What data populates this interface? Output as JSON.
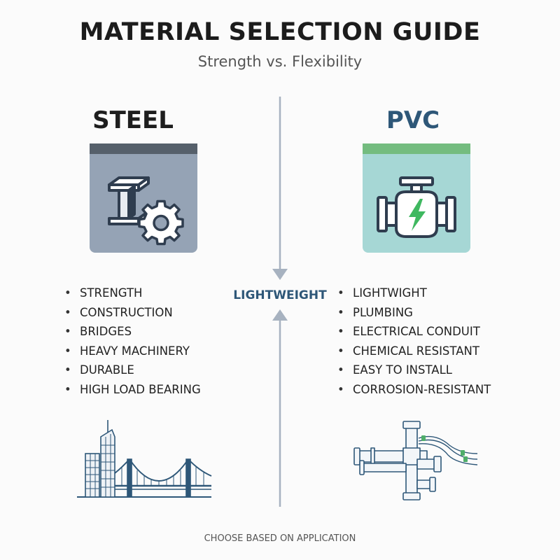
{
  "header": {
    "title": "MATERIAL SELECTION GUIDE",
    "subtitle": "Strength vs. Flexibility"
  },
  "divider": {
    "label": "LIGHTWEIGHT"
  },
  "steel": {
    "heading": "STEEL",
    "icon": "i-beam-gear-icon",
    "illustration": "city-bridge-illustration",
    "card_color": "#95a3b5",
    "bar_color": "#56606b",
    "items": [
      "STRENGTH",
      "CONSTRUCTION",
      "BRIDGES",
      "HEAVY MACHINERY",
      "DURABLE",
      "HIGH LOAD BEARING"
    ]
  },
  "pvc": {
    "heading": "PVC",
    "icon": "pipe-valve-bolt-icon",
    "illustration": "pipe-network-illustration",
    "card_color": "#a6d7d5",
    "bar_color": "#74bc7f",
    "items": [
      "LIGHTWIGHT",
      "PLUMBING",
      "ELECTRICAL CONDUIT",
      "CHEMICAL RESISTANT",
      "EASY TO INSTALL",
      "CORROSION-RESISTANT"
    ]
  },
  "footer": {
    "text": "CHOOSE BASED ON APPLICATION"
  }
}
